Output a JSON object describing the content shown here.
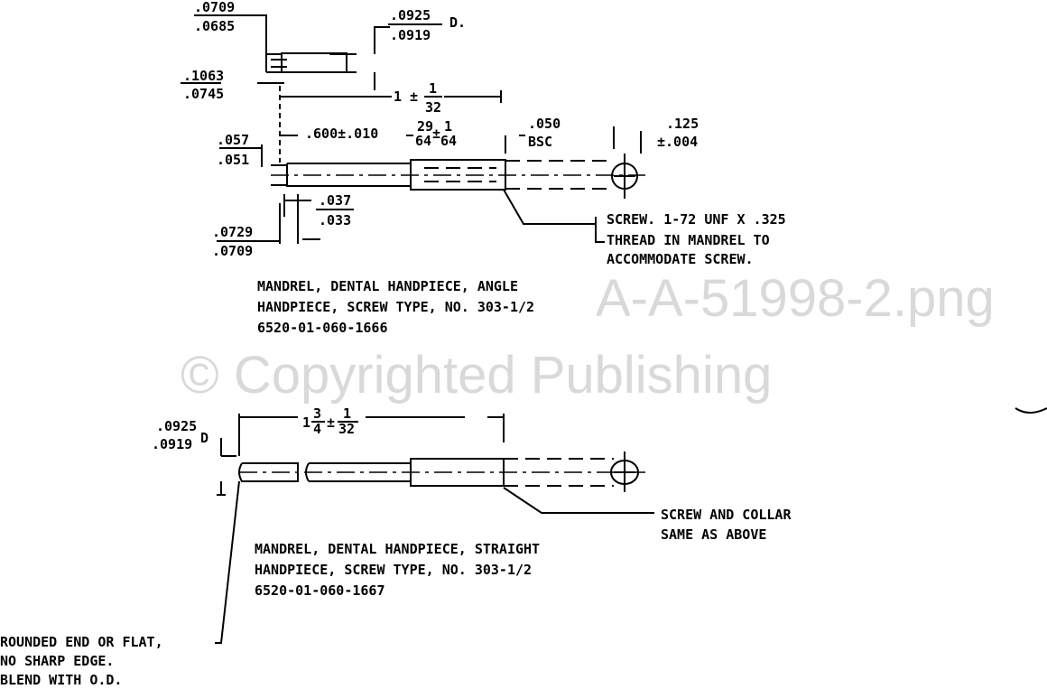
{
  "watermark": {
    "line1": "© Copyrighted Publishing",
    "line2": "A-A-51998-2.png"
  },
  "angle_mandrel": {
    "dims": {
      "slot_width_max": ".0709",
      "slot_width_min": ".0685",
      "dia_max": ".0925",
      "dia_min": ".0919",
      "dia_suffix": "D.",
      "groove_max": ".1063",
      "groove_min": ".0745",
      "length_whole": "1 ±",
      "length_num": "1",
      "length_den": "32",
      "groove_pos": ".600±.010",
      "collar_num": "29",
      "collar_den": "64",
      "collar_pm": "±",
      "collar_tol_num": "1",
      "collar_tol_den": "64",
      "bsc_val": ".050",
      "bsc_label": "BSC",
      "head_val": ".125",
      "head_tol": "±.004",
      "neck_max": ".057",
      "neck_min": ".051",
      "flat_max": ".037",
      "flat_min": ".033",
      "end_max": ".0729",
      "end_min": ".0709"
    },
    "note": [
      "SCREW. 1-72 UNF X .325",
      "THREAD IN MANDREL TO",
      "ACCOMMODATE SCREW."
    ],
    "description": [
      "MANDREL, DENTAL HANDPIECE, ANGLE",
      "HANDPIECE, SCREW TYPE, NO. 303-1/2",
      "6520-01-060-1666"
    ]
  },
  "straight_mandrel": {
    "dims": {
      "length_whole": "1",
      "length_num": "3",
      "length_den": "4",
      "length_pm": "±",
      "length_tol_num": "1",
      "length_tol_den": "32",
      "dia_max": ".0925",
      "dia_min": ".0919",
      "dia_suffix": "D"
    },
    "note": [
      "SCREW AND COLLAR",
      "SAME AS ABOVE"
    ],
    "description": [
      "MANDREL, DENTAL HANDPIECE, STRAIGHT",
      "HANDPIECE, SCREW TYPE, NO. 303-1/2",
      "6520-01-060-1667"
    ],
    "end_note": [
      "ROUNDED END OR FLAT,",
      "NO SHARP EDGE.",
      "BLEND WITH O.D."
    ]
  }
}
